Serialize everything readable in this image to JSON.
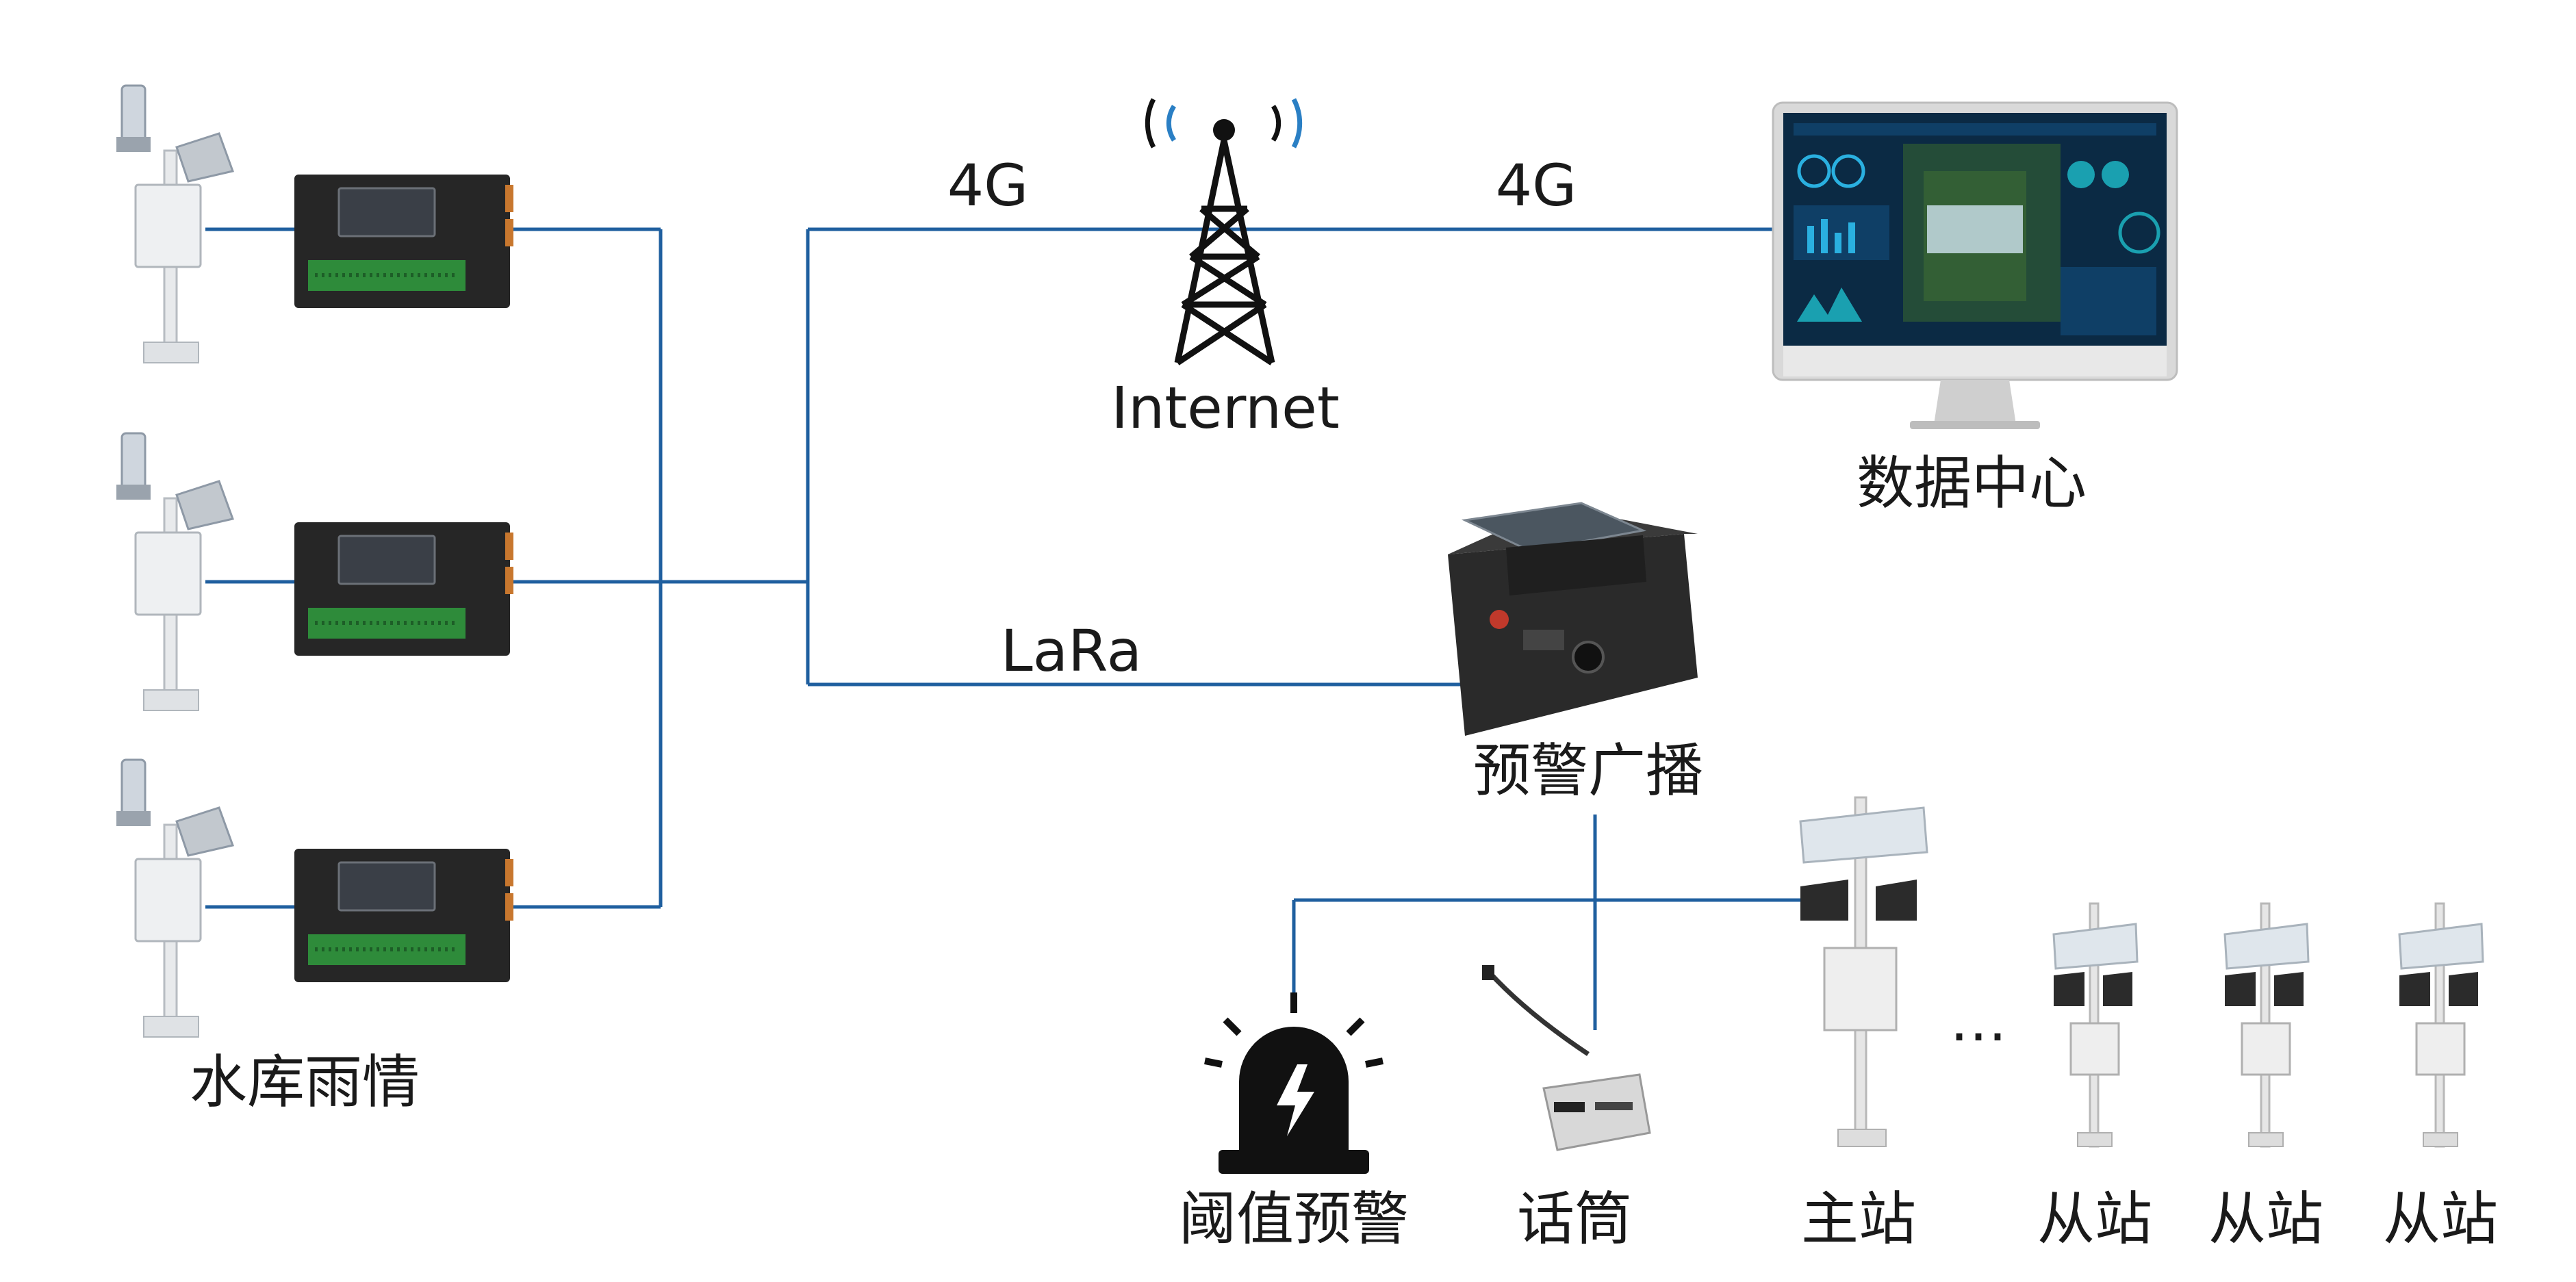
{
  "labels": {
    "rain_stations": "水库雨情",
    "network_4g_left": "4G",
    "network_4g_right": "4G",
    "internet": "Internet",
    "data_center": "数据中心",
    "lara": "LaRa",
    "warning_broadcast": "预警广播",
    "threshold_warning": "阈值预警",
    "microphone": "话筒",
    "main_station": "主站",
    "ellipsis": "…",
    "sub_station_1": "从站",
    "sub_station_2": "从站",
    "sub_station_3": "从站"
  },
  "colors": {
    "connector": "#1f5f9f",
    "tower": "#111111",
    "signal_blue": "#2a7fc4",
    "terminal_body": "#262626",
    "terminal_terminals": "#2e8b3a",
    "screen_blue": "#0b3a5c",
    "monitor_frame": "#d6d6d6"
  },
  "icons": [
    "rain-gauge-pole-icon",
    "data-logger-icon",
    "cell-tower-icon",
    "monitor-icon",
    "broadcast-box-icon",
    "warning-light-icon",
    "microphone-icon",
    "speaker-pole-icon"
  ]
}
